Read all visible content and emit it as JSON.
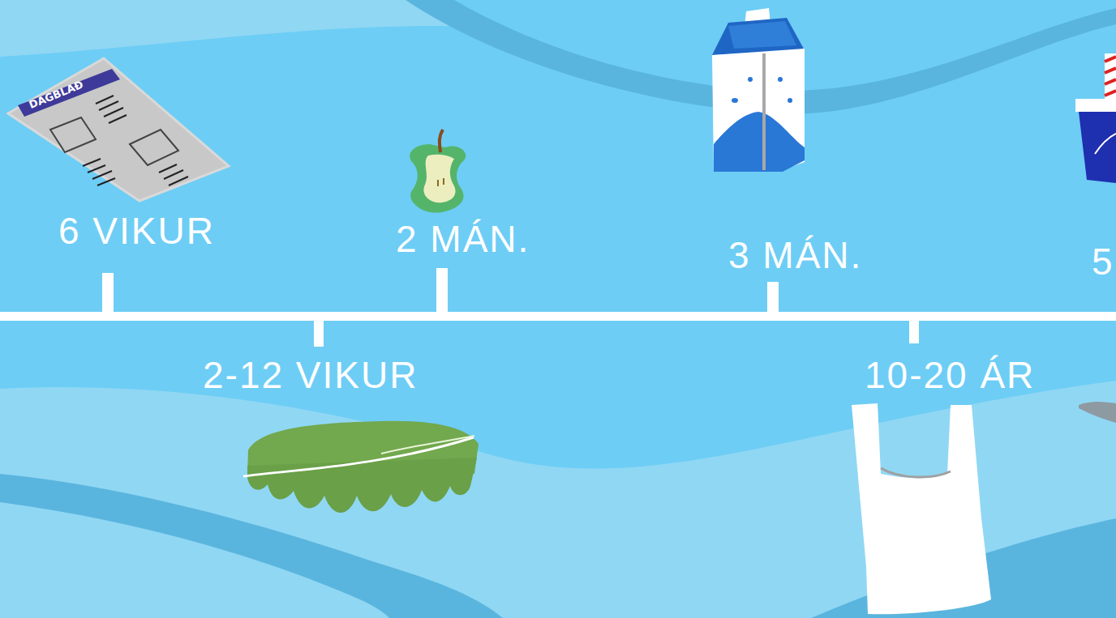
{
  "diagram": {
    "labels": [
      "DAGBLAÐ",
      "6 VIKUR",
      "2 MÁN.",
      "3 MÁN.",
      "5",
      "2-12 VIKUR",
      "10-20 ÁR"
    ]
  }
}
